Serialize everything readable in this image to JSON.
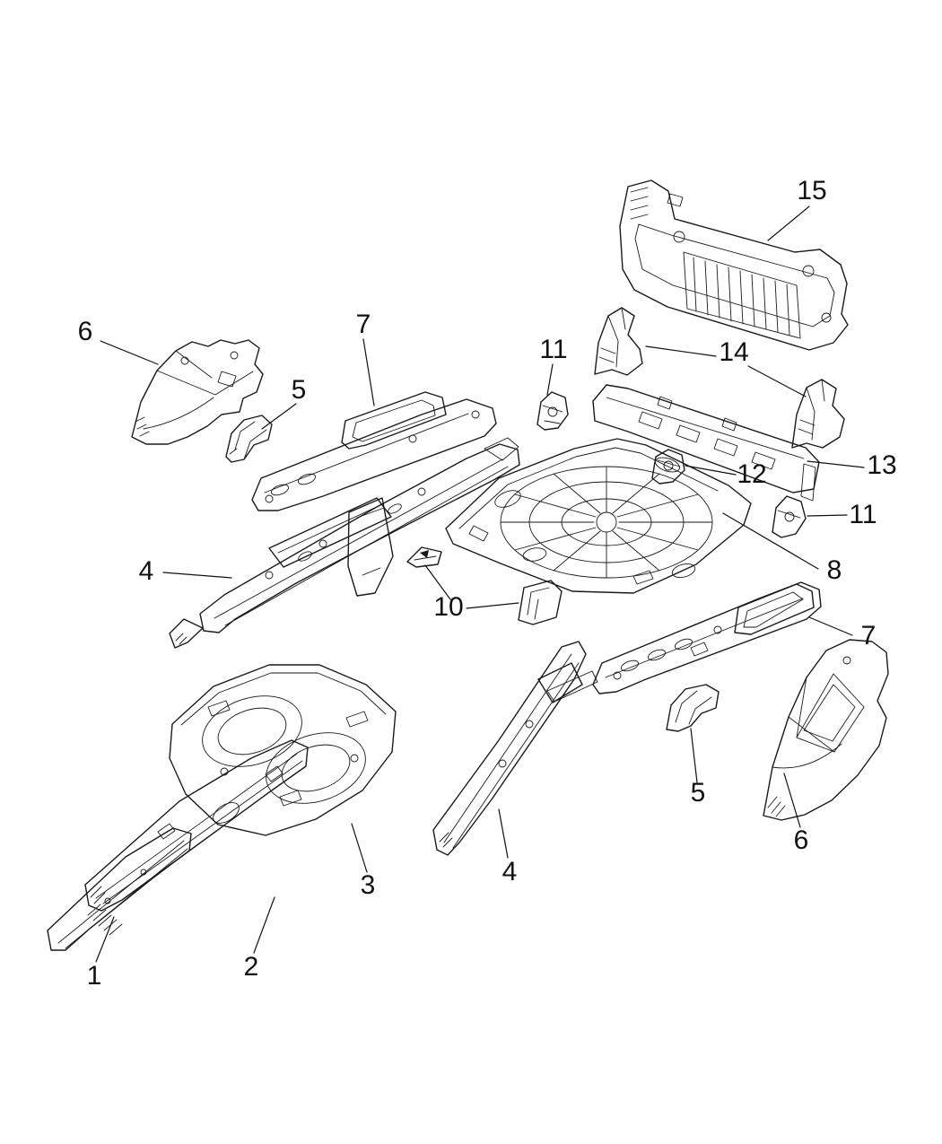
{
  "diagram": {
    "type": "exploded-parts-diagram",
    "callouts": [
      {
        "label": "1"
      },
      {
        "label": "2"
      },
      {
        "label": "3"
      },
      {
        "label": "4"
      },
      {
        "label": "4"
      },
      {
        "label": "5"
      },
      {
        "label": "5"
      },
      {
        "label": "6"
      },
      {
        "label": "6"
      },
      {
        "label": "7"
      },
      {
        "label": "7"
      },
      {
        "label": "8"
      },
      {
        "label": "10"
      },
      {
        "label": "11"
      },
      {
        "label": "11"
      },
      {
        "label": "12"
      },
      {
        "label": "13"
      },
      {
        "label": "14"
      },
      {
        "label": "15"
      }
    ]
  }
}
